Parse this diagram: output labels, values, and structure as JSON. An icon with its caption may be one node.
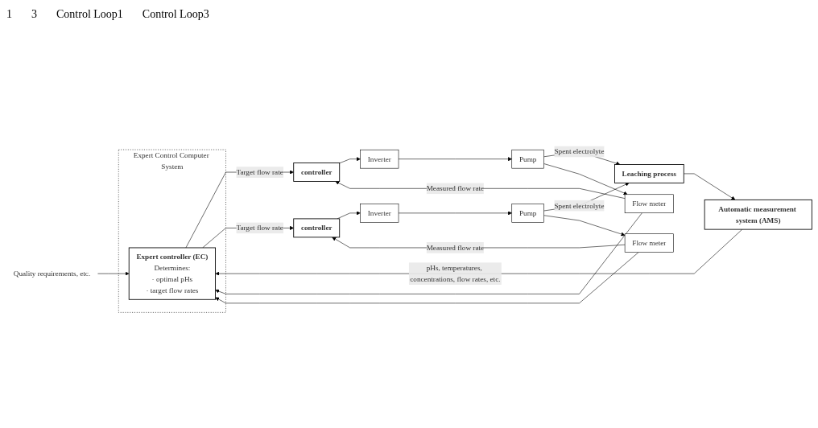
{
  "diagram": {
    "nodes": [
      {
        "text": [
          "Quality requirements, etc."
        ]
      },
      {
        "text": [
          "Expert Control Computer System"
        ]
      },
      {
        "text": [
          "Expert controller (EC)",
          "Determines:",
          "· optimal pHs",
          "· target flow rates"
        ],
        "in": 1
      },
      {
        "text": [
          "controller"
        ]
      },
      {
        "text": [
          "Inverter"
        ]
      },
      {
        "text": [
          "Pump"
        ]
      },
      {
        "text": [
          "Flow meter"
        ]
      },
      {
        "text": [
          "controller"
        ]
      },
      {
        "text": [
          "Inverter"
        ]
      },
      {
        "text": [
          "Pump"
        ]
      },
      {
        "text": [
          "Flow meter"
        ]
      },
      {
        "text": [
          "Automatic measurement system (AMS)"
        ]
      },
      {
        "text": [
          "Leaching process"
        ]
      }
    ],
    "edges": [
      {
        "from": 0,
        "to": 2,
        "arrow": "to"
      },
      {
        "from": 2,
        "to": 3,
        "arrow": "to",
        "label": "Target flow rate"
      },
      {
        "from": 3,
        "to": 4,
        "arrow": "to"
      },
      {
        "from": 4,
        "to": 5,
        "arrow": "to"
      },
      {
        "from": 5,
        "to": 12,
        "arrow": "to",
        "label": "Spent electrolyte"
      },
      {
        "from": 5,
        "to": 6,
        "arrow": "to"
      },
      {
        "from": 6,
        "to": 3,
        "arrow": "to",
        "label": "Measured flow rate"
      },
      {
        "from": 6,
        "to": 2,
        "arrow": "to"
      },
      {
        "from": 2,
        "to": 7,
        "arrow": "to",
        "label": "Target flow rate"
      },
      {
        "from": 7,
        "to": 8,
        "arrow": "to"
      },
      {
        "from": 8,
        "to": 9,
        "arrow": "to"
      },
      {
        "from": 9,
        "to": 12,
        "arrow": "to",
        "label": "Spent electrolyte"
      },
      {
        "from": 9,
        "to": 10,
        "arrow": "to"
      },
      {
        "from": 10,
        "to": 7,
        "arrow": "to",
        "label": "Measured flow rate"
      },
      {
        "from": 10,
        "to": 2,
        "arrow": "to"
      },
      {
        "from": 12,
        "to": 11,
        "arrow": "to"
      },
      {
        "from": 11,
        "to": 2,
        "arrow": "to",
        "label": "pHs, temperatures, concentrations, flow rates, etc."
      }
    ],
    "labels": [
      "1",
      "3",
      "Control Loop1",
      "Control Loop3"
    ]
  }
}
